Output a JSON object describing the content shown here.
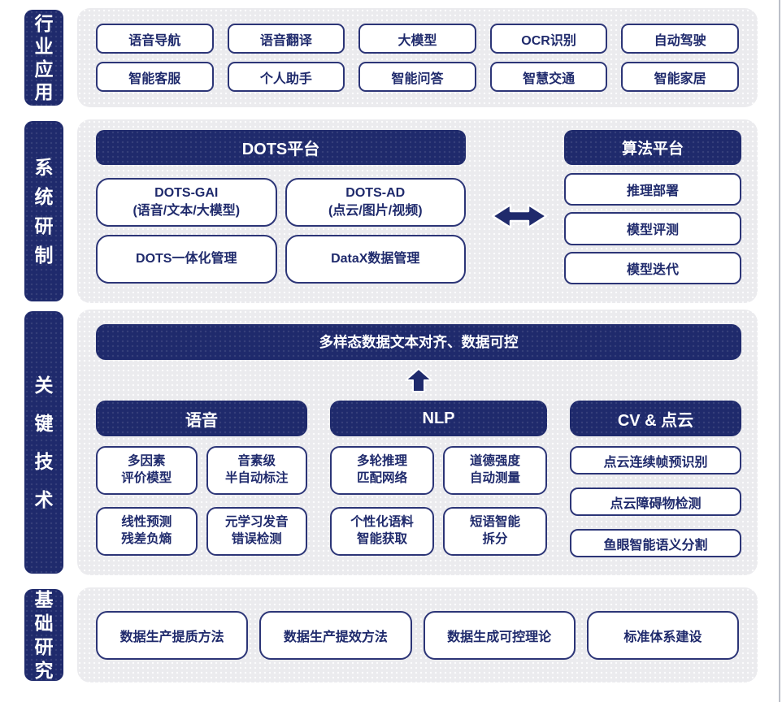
{
  "colors": {
    "navy": "#1f2a6c",
    "border": "#2c3577",
    "panel": "#ebebee",
    "edge": "#bcc0c9",
    "box_background": "#ffffff",
    "label_text": "#ffffff"
  },
  "icons": {
    "bidirectional_arrow": "double-headed horizontal block arrow",
    "up_arrow": "upward block arrow"
  },
  "sections": {
    "industry": {
      "side_label": "行业应用",
      "rows": [
        [
          "语音导航",
          "语音翻译",
          "大模型",
          "OCR识别",
          "自动驾驶"
        ],
        [
          "智能客服",
          "个人助手",
          "智能问答",
          "智慧交通",
          "智能家居"
        ]
      ]
    },
    "system": {
      "side_label": "系统研制",
      "dots": {
        "title": "DOTS平台",
        "boxes": [
          {
            "l1": "DOTS-GAI",
            "l2": "(语音/文本/大模型)"
          },
          {
            "l1": "DOTS-AD",
            "l2": "(点云/图片/视频)"
          },
          {
            "l1": "DOTS一体化管理"
          },
          {
            "l1": "DataX数据管理"
          }
        ]
      },
      "algo": {
        "title": "算法平台",
        "boxes": [
          "推理部署",
          "模型评测",
          "模型迭代"
        ]
      }
    },
    "tech": {
      "side_label": "关键技术",
      "banner": "多样态数据文本对齐、数据可控",
      "columns": [
        {
          "title": "语音",
          "boxes": [
            {
              "l1": "多因素",
              "l2": "评价模型"
            },
            {
              "l1": "音素级",
              "l2": "半自动标注"
            },
            {
              "l1": "线性预测",
              "l2": "残差负熵"
            },
            {
              "l1": "元学习发音",
              "l2": "错误检测"
            }
          ]
        },
        {
          "title": "NLP",
          "boxes": [
            {
              "l1": "多轮推理",
              "l2": "匹配网络"
            },
            {
              "l1": "道德强度",
              "l2": "自动测量"
            },
            {
              "l1": "个性化语料",
              "l2": "智能获取"
            },
            {
              "l1": "短语智能",
              "l2": "拆分"
            }
          ]
        },
        {
          "title": "CV & 点云",
          "boxes": [
            "点云连续帧预识别",
            "点云障碍物检测",
            "鱼眼智能语义分割"
          ]
        }
      ]
    },
    "research": {
      "side_label": "基础研究",
      "boxes": [
        "数据生产提质方法",
        "数据生产提效方法",
        "数据生成可控理论",
        "标准体系建设"
      ]
    }
  }
}
